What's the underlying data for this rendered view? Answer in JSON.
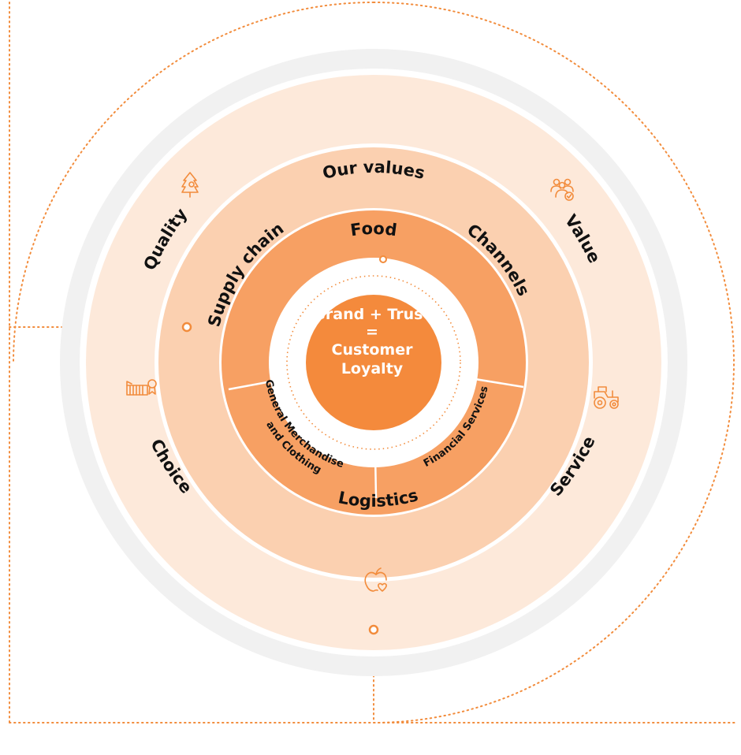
{
  "center": {
    "line1": "Brand + Trust",
    "line2": "=",
    "line3": "Customer",
    "line4": "Loyalty"
  },
  "core_segments": {
    "top": "Food",
    "left_line1": "General Merchandise",
    "left_line2": "and Clothing",
    "right": "Financial Services"
  },
  "operations": {
    "supply_chain": "Supply chain",
    "channels": "Channels",
    "logistics": "Logistics"
  },
  "values_ring": {
    "title": "Our values"
  },
  "outer_ring": {
    "quality": "Quality",
    "value": "Value",
    "choice": "Choice",
    "service": "Service"
  },
  "icons": [
    "tree-icon",
    "people-check-icon",
    "factory-certificate-icon",
    "tractor-icon",
    "apple-heart-icon"
  ],
  "colors": {
    "outer_ring": "#f1f1f1",
    "values_ring": "#fde9da",
    "operations_ring": "#fbd0b0",
    "core_ring": "#f7a063",
    "center": "#f48a3c",
    "accent": "#f28c3c"
  }
}
